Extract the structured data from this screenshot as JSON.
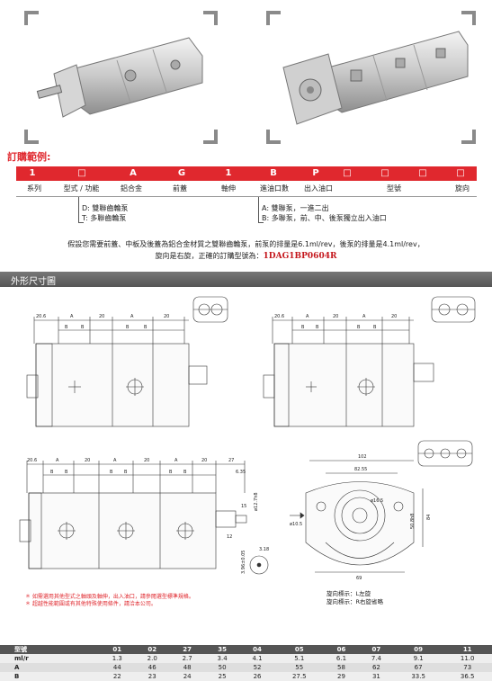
{
  "order": {
    "title": "訂購範例:",
    "code_cells": [
      "1",
      "□",
      "A",
      "G",
      "1",
      "B",
      "P",
      "□",
      "□",
      "□",
      "□"
    ],
    "labels": [
      "系列",
      "型式 / 功能",
      "鋁合金",
      "前蓋",
      "軸伸",
      "進油口數",
      "出入油口",
      "型號",
      "旋向"
    ],
    "series_note": [
      "D: 雙聯齒輪泵",
      "T: 多聯齒輪泵"
    ],
    "ports_note": [
      "A: 雙聯泵，一進二出",
      "B: 多聯泵，前、中、後泵獨立出入油口"
    ]
  },
  "description": {
    "line1": "假設您需要前蓋、中板及後蓋為鋁合金材質之雙聯齒輪泵，前泵的排量是6.1ml/rev，後泵的排量是4.1ml/rev，",
    "line2": "旋向是右旋，正確的訂購型號為：",
    "model": "1DAG1BP0604R"
  },
  "section": {
    "title": "外形尺寸圖"
  },
  "drawing": {
    "dims_top": [
      "20.6",
      "A",
      "20",
      "A",
      "20",
      "B",
      "B",
      "B",
      "B"
    ],
    "dims_bottom": [
      "20.6",
      "A",
      "20",
      "A",
      "20",
      "A",
      "20",
      "27",
      "B",
      "B",
      "B",
      "B",
      "B",
      "B",
      "6.35"
    ],
    "side_dims": [
      "15",
      "ø12.7h8",
      "12",
      "3.96±0.05",
      "3.18",
      "ø16.5",
      "ø10.5",
      "102",
      "82.55",
      "50.8h8",
      "84",
      "69"
    ],
    "footnotes": [
      "＊ 如需選用其他型式之軸頭及軸伸，出入油口，請參閱選型標準規格。",
      "＊ 超越性能範圍或有其他特殊使用條件，請洽本公司。"
    ],
    "rotation_left": "旋向標示：L左旋",
    "rotation_right": "旋向標示：R右旋省略"
  },
  "spec_table": {
    "headers": [
      "型號",
      "01",
      "02",
      "27",
      "35",
      "04",
      "05",
      "06",
      "07",
      "09",
      "11"
    ],
    "rows": [
      [
        "ml/r",
        "1.3",
        "2.0",
        "2.7",
        "3.4",
        "4.1",
        "5.1",
        "6.1",
        "7.4",
        "9.1",
        "11.0"
      ],
      [
        "A",
        "44",
        "46",
        "48",
        "50",
        "52",
        "55",
        "58",
        "62",
        "67",
        "73"
      ],
      [
        "B",
        "22",
        "23",
        "24",
        "25",
        "26",
        "27.5",
        "29",
        "31",
        "33.5",
        "36.5"
      ]
    ]
  },
  "colors": {
    "accent": "#e0282e",
    "header": "#555555"
  }
}
